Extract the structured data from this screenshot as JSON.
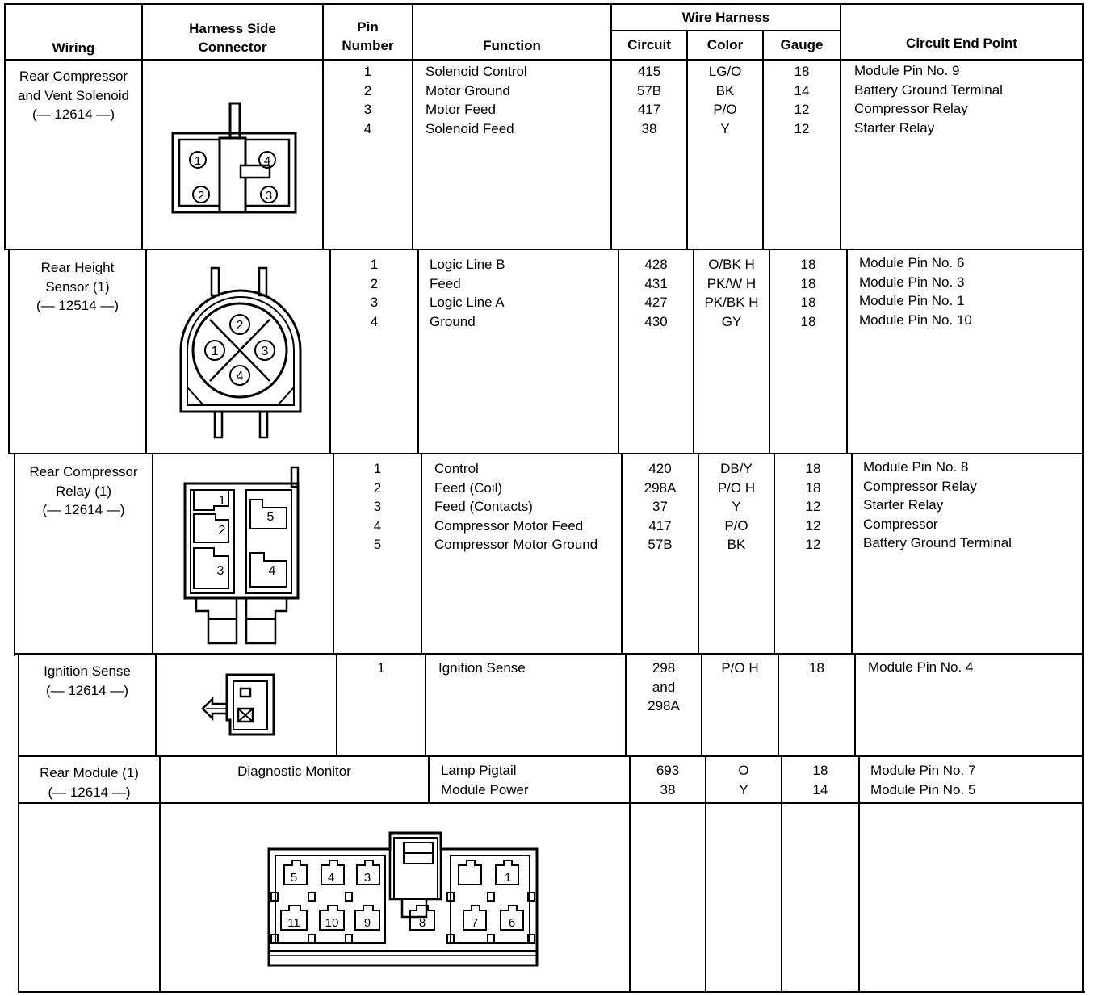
{
  "headers": {
    "wiring": "Wiring",
    "connector": "Harness Side\nConnector",
    "pin": "Pin\nNumber",
    "function": "Function",
    "wire_harness": "Wire Harness",
    "circuit": "Circuit",
    "color": "Color",
    "gauge": "Gauge",
    "end_point": "Circuit End Point"
  },
  "rows": [
    {
      "wiring": "Rear Compressor\nand Vent Solenoid\n(— 12614 —)",
      "pins": [
        "1",
        "2",
        "3",
        "4"
      ],
      "functions": [
        "Solenoid Control",
        "Motor Ground",
        "Motor Feed",
        "Solenoid Feed"
      ],
      "circuits": [
        "415",
        "57B",
        "417",
        "38"
      ],
      "colors": [
        "LG/O",
        "BK",
        "P/O",
        "Y"
      ],
      "gauges": [
        "18",
        "14",
        "12",
        "12"
      ],
      "end_points": [
        "Module Pin No. 9",
        "Battery Ground Terminal",
        "Compressor Relay",
        "Starter Relay"
      ],
      "connector_labels": [
        "1",
        "2",
        "3",
        "4"
      ]
    },
    {
      "wiring": "Rear Height\nSensor (1)\n(— 12514 —)",
      "pins": [
        "1",
        "2",
        "3",
        "4"
      ],
      "functions": [
        "Logic Line B",
        "Feed",
        "Logic Line A",
        "Ground"
      ],
      "circuits": [
        "428",
        "431",
        "427",
        "430"
      ],
      "colors": [
        "O/BK H",
        "PK/W H",
        "PK/BK H",
        "GY"
      ],
      "gauges": [
        "18",
        "18",
        "18",
        "18"
      ],
      "end_points": [
        "Module Pin No. 6",
        "Module Pin No. 3",
        "Module Pin No. 1",
        "Module Pin No. 10"
      ],
      "connector_labels": [
        "1",
        "2",
        "3",
        "4"
      ]
    },
    {
      "wiring": "Rear Compressor\nRelay (1)\n(— 12614 —)",
      "pins": [
        "1",
        "2",
        "3",
        "4",
        "5"
      ],
      "functions": [
        "Control",
        "Feed (Coil)",
        "Feed (Contacts)",
        "Compressor Motor Feed",
        "Compressor Motor Ground"
      ],
      "circuits": [
        "420",
        "298A",
        "37",
        "417",
        "57B"
      ],
      "colors": [
        "DB/Y",
        "P/O H",
        "Y",
        "P/O",
        "BK"
      ],
      "gauges": [
        "18",
        "18",
        "12",
        "12",
        "12"
      ],
      "end_points": [
        "Module Pin No. 8",
        "Compressor Relay",
        "Starter Relay",
        "Compressor",
        "Battery Ground Terminal"
      ],
      "connector_labels": [
        "1",
        "2",
        "3",
        "4",
        "5"
      ]
    },
    {
      "wiring": "Ignition Sense\n(— 12614 —)",
      "pins": [
        "1"
      ],
      "functions": [
        "Ignition Sense"
      ],
      "circuits": [
        "298\nand\n298A"
      ],
      "colors": [
        "P/O H"
      ],
      "gauges": [
        "18"
      ],
      "end_points": [
        "Module Pin No. 4"
      ]
    },
    {
      "wiring": "Rear Module (1)\n(— 12614 —)",
      "connector_text": "Diagnostic Monitor",
      "functions": [
        "Lamp Pigtail",
        "Module Power"
      ],
      "circuits": [
        "693",
        "38"
      ],
      "colors": [
        "O",
        "Y"
      ],
      "gauges": [
        "18",
        "14"
      ],
      "end_points": [
        "Module Pin No. 7",
        "Module Pin No. 5"
      ],
      "connector_labels": [
        "5",
        "4",
        "3",
        "1",
        "11",
        "10",
        "9",
        "8",
        "7",
        "6"
      ]
    }
  ]
}
